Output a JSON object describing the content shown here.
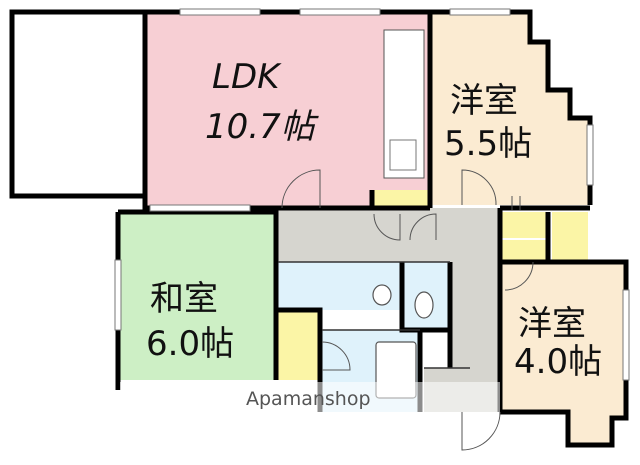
{
  "rooms": {
    "ldk": {
      "name": "LDK",
      "size": "10.7帖",
      "color": "#f7cfd4"
    },
    "west1": {
      "name": "洋室",
      "size": "5.5帖",
      "color": "#fbebd2"
    },
    "washitsu": {
      "name": "和室",
      "size": "6.0帖",
      "color": "#cdefc5"
    },
    "west2": {
      "name": "洋室",
      "size": "4.0帖",
      "color": "#fbebd2"
    }
  },
  "colors": {
    "hall": "#d6d5cf",
    "bath": "#dff2fb",
    "storage": "#fbf5a6",
    "wall": "#000000"
  },
  "watermark": {
    "text": "Apamanshop"
  }
}
